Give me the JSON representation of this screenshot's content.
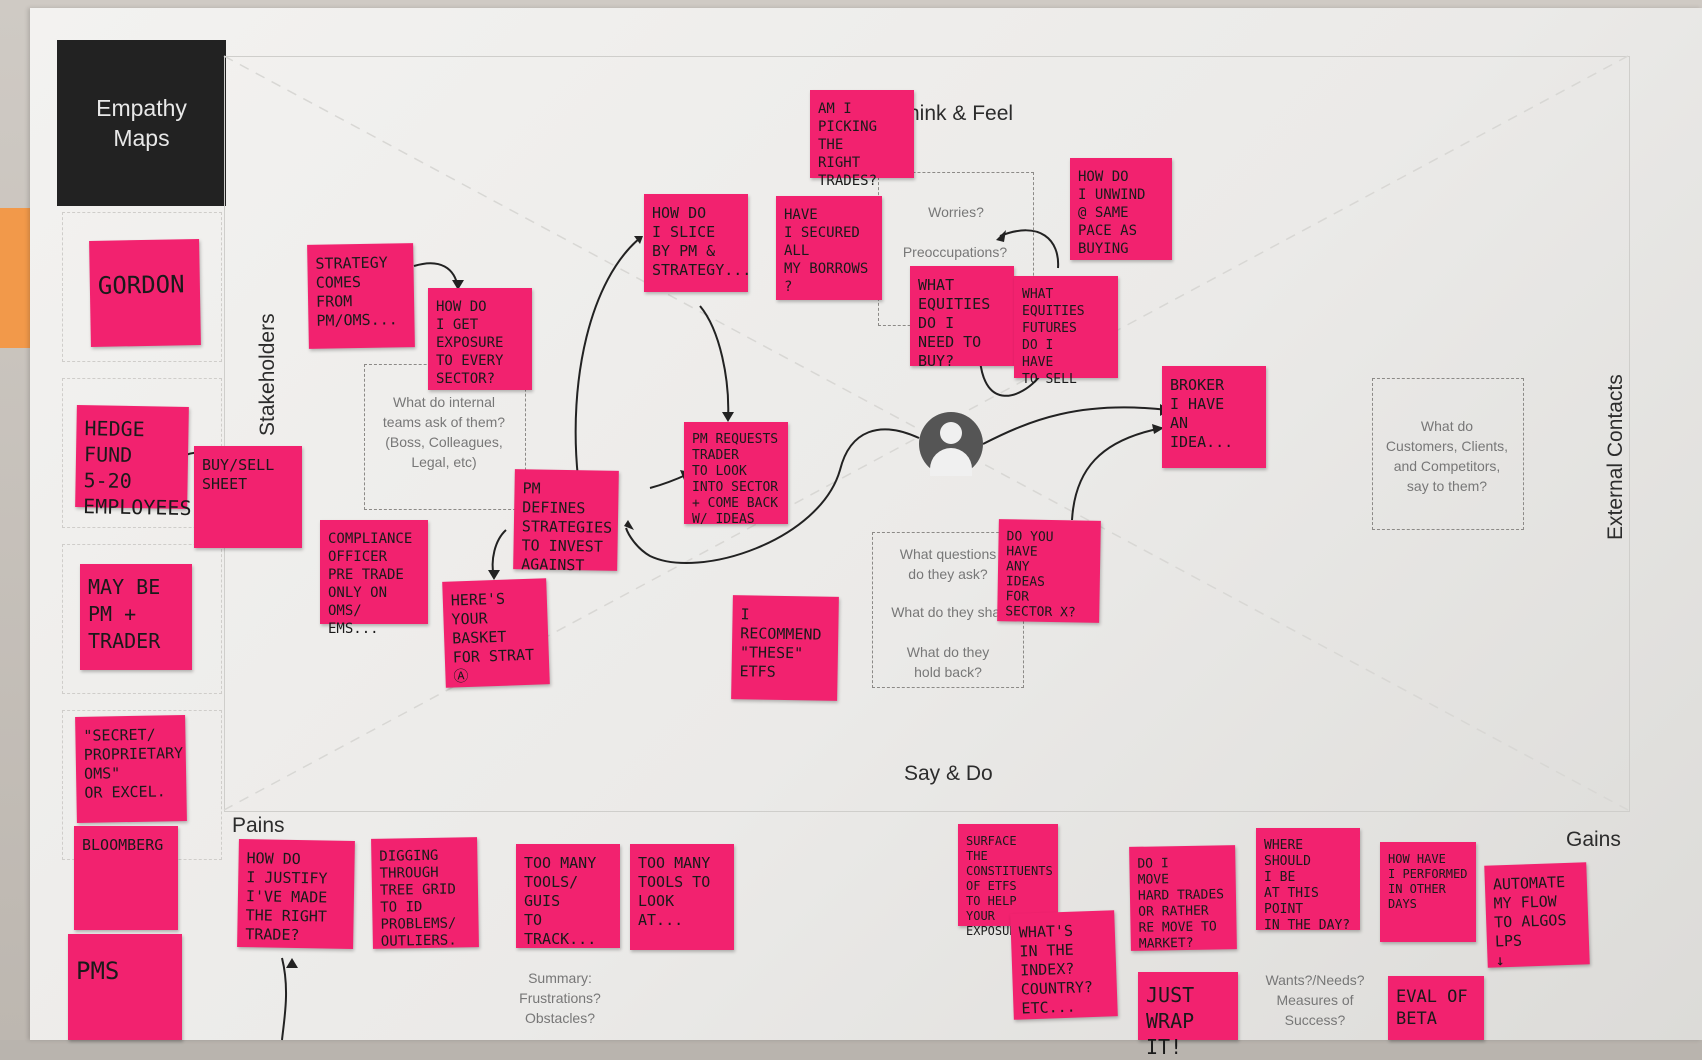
{
  "title_box": "Empathy\nMaps",
  "sections": {
    "think_feel": "hink & Feel",
    "say_do": "Say & Do",
    "stakeholders": "Stakeholders",
    "external_contacts": "External Contacts",
    "pains": "Pains",
    "gains": "Gains"
  },
  "prompts": {
    "worries": "Worries?",
    "preoccupations": "Preoccupations?",
    "internal_teams": "What do internal\nteams ask of them?\n(Boss, Colleagues,\nLegal, etc)",
    "questions": "What questions\ndo they ask?",
    "share": "What do they shar",
    "hold_back": "What do they\nhold back?",
    "customers": "What do\nCustomers, Clients,\nand Competitors,\nsay to them?",
    "summary": "Summary:\nFrustrations?\nObstacles?",
    "wants": "Wants?/Needs?\nMeasures of\nSuccess?"
  },
  "notes": [
    {
      "id": "gordon",
      "text": "GORDON"
    },
    {
      "id": "hedge",
      "text": "HEDGE\nFUND\n5-20 EMPLOYEES"
    },
    {
      "id": "maybe",
      "text": "MAY BE\nPM +\nTRADER"
    },
    {
      "id": "secret",
      "text": "\"SECRET/\nPROPRIETARY\nOMS\"\nOR EXCEL."
    },
    {
      "id": "bloomberg",
      "text": "BLOOMBERG"
    },
    {
      "id": "pms",
      "text": "PMS"
    },
    {
      "id": "buysell",
      "text": "BUY/SELL\nSHEET"
    },
    {
      "id": "strategy",
      "text": "STRATEGY\nCOMES\nFROM\nPM/OMS..."
    },
    {
      "id": "exposure",
      "text": "HOW DO\nI GET\nEXPOSURE\nTO EVERY\nSECTOR?"
    },
    {
      "id": "compliance",
      "text": "COMPLIANCE\nOFFICER\nPRE TRADE\nONLY ON OMS/\nEMS..."
    },
    {
      "id": "defines",
      "text": "PM DEFINES\nSTRATEGIES\nTO INVEST\nAGAINST"
    },
    {
      "id": "basket",
      "text": "HERE'S\nYOUR\nBASKET\nFOR STRAT\nⒶ"
    },
    {
      "id": "slice",
      "text": "HOW DO\nI SLICE\nBY PM &\nSTRATEGY..."
    },
    {
      "id": "amipicking",
      "text": "AM I\nPICKING\nTHE\nRIGHT TRADES?"
    },
    {
      "id": "secured",
      "text": "HAVE\nI SECURED\nALL\nMY BORROWS\n?"
    },
    {
      "id": "requests",
      "text": "PM REQUESTS\nTRADER\nTO LOOK\nINTO SECTOR\n+ COME BACK\nW/ IDEAS"
    },
    {
      "id": "recommend",
      "text": "I RECOMMEND\n\"THESE\"\nETFS"
    },
    {
      "id": "whatequities",
      "text": "WHAT\nEQUITIES\nDO I\nNEED TO\nBUY?"
    },
    {
      "id": "futures",
      "text": "WHAT EQUITIES\nFUTURES\nDO I\nHAVE\nTO SELL"
    },
    {
      "id": "unwind",
      "text": "HOW DO\nI UNWIND\n@ SAME\nPACE AS\nBUYING"
    },
    {
      "id": "broker",
      "text": "BROKER\nI HAVE\nAN IDEA..."
    },
    {
      "id": "doyouhave",
      "text": "DO YOU\nHAVE\nANY\nIDEAS\nFOR\nSECTOR X?"
    },
    {
      "id": "justify",
      "text": "HOW DO\nI JUSTIFY\nI'VE MADE\nTHE RIGHT\nTRADE?"
    },
    {
      "id": "digging",
      "text": "DIGGING\nTHROUGH\nTREE GRID\nTO ID\nPROBLEMS/\nOUTLIERS."
    },
    {
      "id": "toomany1",
      "text": "TOO MANY\nTOOLS/\nGUIS\nTO TRACK..."
    },
    {
      "id": "toomany2",
      "text": "TOO MANY\nTOOLS TO\nLOOK AT..."
    },
    {
      "id": "surface",
      "text": "SURFACE\nTHE\nCONSTITUENTS\nOF ETFS\nTO HELP\nYOUR EXPOSURE"
    },
    {
      "id": "whatsin",
      "text": "WHAT'S\nIN THE\nINDEX?\nCOUNTRY?\nETC..."
    },
    {
      "id": "domove",
      "text": "DO I\nMOVE\nHARD TRADES\nOR RATHER\nRE MOVE TO MARKET?"
    },
    {
      "id": "justwrap",
      "text": "JUST\nWRAP IT!"
    },
    {
      "id": "whereshould",
      "text": "WHERE\nSHOULD\nI BE\nAT THIS POINT\nIN THE DAY?"
    },
    {
      "id": "howhave",
      "text": "HOW HAVE\nI PERFORMED\nIN OTHER DAYS"
    },
    {
      "id": "automate",
      "text": "AUTOMATE\nMY FLOW\nTO ALGOS\nLPS\n↓"
    },
    {
      "id": "evalbeta",
      "text": "EVAL OF\nBETA"
    }
  ],
  "colors": {
    "note": "#f2226f",
    "paper": "#efeeec",
    "title_box": "#222222"
  }
}
